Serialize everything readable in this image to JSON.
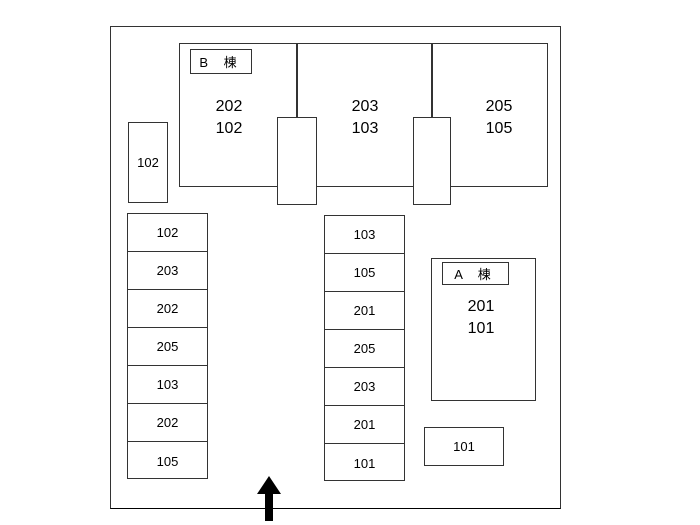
{
  "building_b": {
    "label": "B 棟",
    "units": [
      [
        "202",
        "102"
      ],
      [
        "203",
        "103"
      ],
      [
        "205",
        "105"
      ]
    ]
  },
  "building_a": {
    "label": "A 棟",
    "units": [
      "201",
      "101"
    ]
  },
  "single_slot_left": "102",
  "single_slot_right": "101",
  "left_column": [
    "102",
    "203",
    "202",
    "205",
    "103",
    "202",
    "105"
  ],
  "middle_column": [
    "103",
    "105",
    "201",
    "205",
    "203",
    "201",
    "101"
  ]
}
